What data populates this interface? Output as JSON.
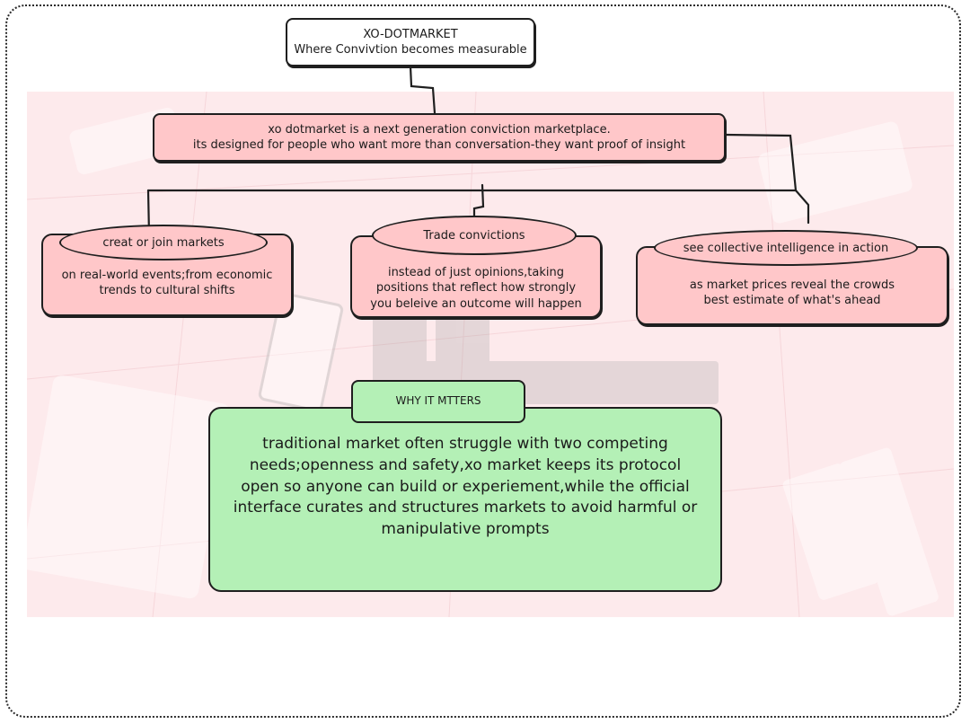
{
  "title": {
    "heading": "XO-DOTMARKET",
    "tagline": "Where Convivtion becomes measurable"
  },
  "intro": {
    "line1": "xo dotmarket is a next generation conviction marketplace.",
    "line2": "its designed for people who want more than conversation-they want proof of insight"
  },
  "features": [
    {
      "label": "creat or join markets",
      "description": "on real-world events;from economic\ntrends to cultural shifts"
    },
    {
      "label": "Trade convictions",
      "description": "instead of just opinions,taking\npositions that reflect how strongly\nyou beleive an outcome will happen"
    },
    {
      "label": "see collective intelligence in action",
      "description": "as market prices reveal the crowds\nbest estimate of what's ahead"
    }
  ],
  "why": {
    "heading": "WHY IT MTTERS",
    "body": "traditional market often struggle with two competing needs;openness and safety,xo market keeps its protocol open so anyone can build or experiement,while the official interface curates and structures markets to avoid harmful or manipulative prompts"
  },
  "colors": {
    "feature_fill": "#ffc7c9",
    "why_fill": "#b4f0b6",
    "backdrop": "#fdeaec"
  }
}
